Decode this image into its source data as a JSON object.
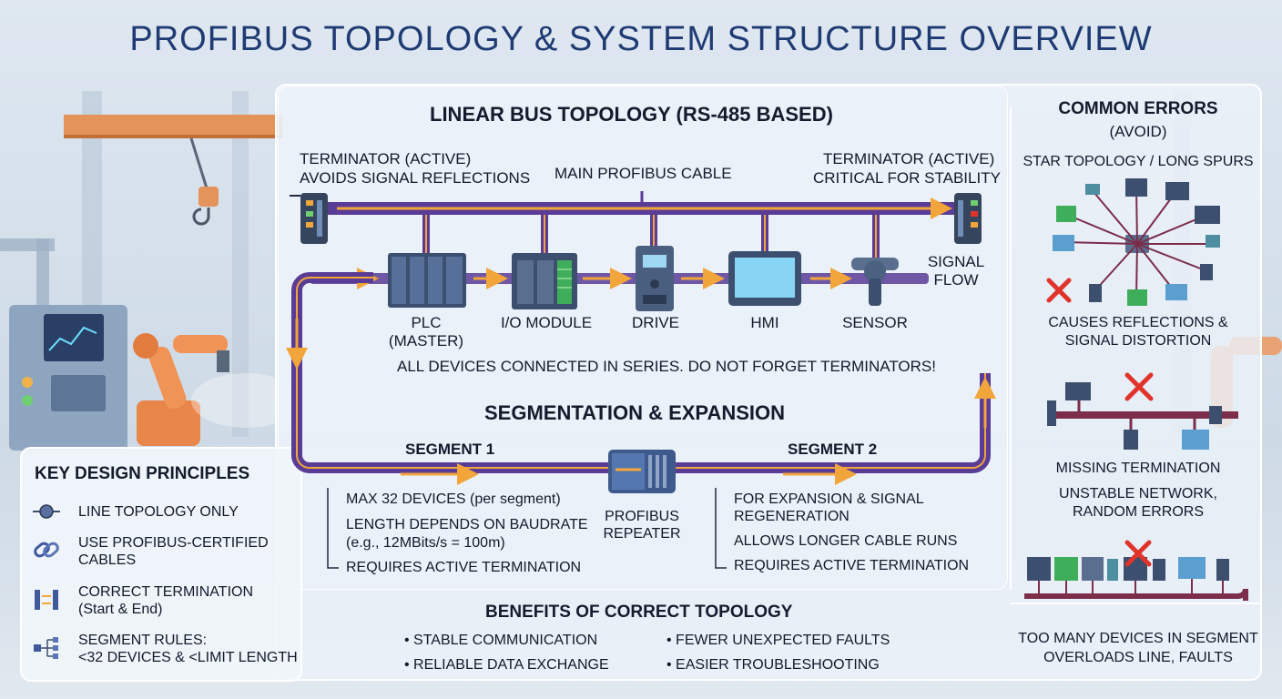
{
  "title": "PROFIBUS TOPOLOGY & SYSTEM STRUCTURE OVERVIEW",
  "linear": {
    "heading": "LINEAR BUS TOPOLOGY (RS-485 BASED)",
    "terminator_left_1": "TERMINATOR (ACTIVE)",
    "terminator_left_2": "AVOIDS SIGNAL REFLECTIONS",
    "main_cable": "MAIN PROFIBUS CABLE",
    "terminator_right_1": "TERMINATOR (ACTIVE)",
    "terminator_right_2": "CRITICAL FOR STABILITY",
    "signal_flow_1": "SIGNAL",
    "signal_flow_2": "FLOW",
    "devices": [
      "PLC",
      "(MASTER)",
      "I/O MODULE",
      "DRIVE",
      "HMI",
      "SENSOR"
    ],
    "series_note": "ALL DEVICES CONNECTED IN SERIES. DO NOT FORGET TERMINATORS!"
  },
  "segmentation": {
    "heading": "SEGMENTATION & EXPANSION",
    "segment_1": "SEGMENT 1",
    "segment_2": "SEGMENT 2",
    "repeater_1": "PROFIBUS",
    "repeater_2": "REPEATER",
    "seg1_specs": [
      "MAX 32 DEVICES (per segment)",
      "LENGTH DEPENDS ON BAUDRATE",
      "(e.g., 12MBits/s = 100m)",
      "REQUIRES ACTIVE TERMINATION"
    ],
    "seg2_specs": [
      "FOR EXPANSION & SIGNAL",
      "REGENERATION",
      "ALLOWS LONGER CABLE RUNS",
      "REQUIRES ACTIVE TERMINATION"
    ]
  },
  "principles": {
    "heading": "KEY DESIGN PRINCIPLES",
    "items": [
      {
        "line1": "LINE TOPOLOGY ONLY",
        "line2": ""
      },
      {
        "line1": "USE PROFIBUS-CERTIFIED",
        "line2": "CABLES"
      },
      {
        "line1": "CORRECT TERMINATION",
        "line2": "(Start & End)"
      },
      {
        "line1": "SEGMENT RULES:",
        "line2": "<32 DEVICES & <LIMIT LENGTH"
      }
    ]
  },
  "benefits": {
    "heading": "BENEFITS OF CORRECT TOPOLOGY",
    "col1": [
      "• STABLE COMMUNICATION",
      "• RELIABLE DATA EXCHANGE"
    ],
    "col2": [
      "• FEWER UNEXPECTED FAULTS",
      "• EASIER TROUBLESHOOTING"
    ]
  },
  "errors": {
    "heading_1": "COMMON ERRORS",
    "heading_2": "(AVOID)",
    "star_label": "STAR TOPOLOGY / LONG SPURS",
    "star_effect_1": "CAUSES REFLECTIONS &",
    "star_effect_2": "SIGNAL DISTORTION",
    "missing_label": "MISSING TERMINATION",
    "missing_effect_1": "UNSTABLE NETWORK,",
    "missing_effect_2": "RANDOM ERRORS",
    "overload_1": "TOO MANY DEVICES IN SEGMENT",
    "overload_2": "OVERLOADS LINE, FAULTS"
  },
  "colors": {
    "cable_purple": "#5a3c97",
    "signal_orange": "#f2a53a",
    "error_red": "#e0342b",
    "title_blue": "#1f3b73"
  }
}
